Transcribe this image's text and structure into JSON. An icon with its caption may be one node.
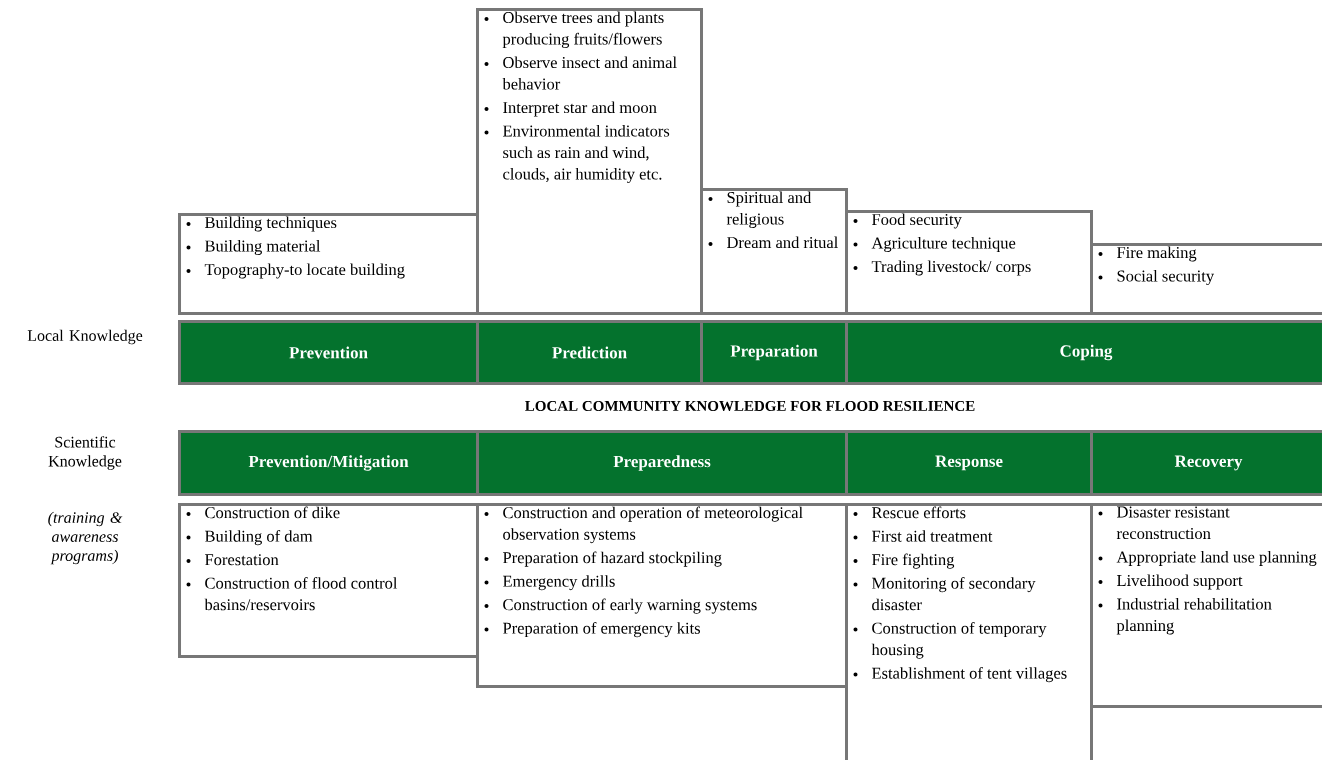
{
  "diagram": {
    "title": "LOCAL COMMUNITY KNOWLEDGE FOR FLOOD RESILIENCE",
    "nodes": [
      {
        "text": [
          "Building techniques",
          "Building material",
          "Topography-to locate building"
        ]
      },
      {
        "text": [
          "Observe trees and plants producing fruits/flowers",
          "Observe insect and animal behavior",
          "Interpret star and moon",
          "Environmental indicators such as rain and wind, clouds, air humidity etc."
        ]
      },
      {
        "text": [
          "Spiritual and religious",
          "Dream and ritual"
        ]
      },
      {
        "text": [
          "Food security",
          "Agriculture technique",
          "Trading livestock/ corps"
        ]
      },
      {
        "text": [
          "Fire making",
          "Social security"
        ]
      },
      {
        "text": [
          "Prevention"
        ]
      },
      {
        "text": [
          "Prediction"
        ]
      },
      {
        "text": [
          "Preparation"
        ]
      },
      {
        "text": [
          "Coping"
        ]
      },
      {
        "text": [
          "Prevention/Mitigation"
        ]
      },
      {
        "text": [
          "Preparedness"
        ]
      },
      {
        "text": [
          "Response"
        ]
      },
      {
        "text": [
          "Recovery"
        ]
      },
      {
        "text": [
          "Construction of dike",
          "Building of dam",
          "Forestation",
          "Construction of flood control basins/reservoirs"
        ]
      },
      {
        "text": [
          "Construction and operation of meteorological observation systems",
          "Preparation of hazard stockpiling",
          "Emergency drills",
          "Construction of early warning systems",
          "Preparation of emergency kits"
        ]
      },
      {
        "text": [
          "Rescue efforts",
          "First aid treatment",
          "Fire fighting",
          "Monitoring of secondary disaster",
          "Construction of temporary housing",
          "Establishment of tent villages"
        ]
      },
      {
        "text": [
          "Disaster resistant reconstruction",
          "Appropriate land use planning",
          "Livelihood support",
          "Industrial rehabilitation planning"
        ]
      }
    ],
    "labels": [
      "Local Knowledge",
      "Scientific Knowledge",
      "(training & awareness programs)"
    ]
  }
}
